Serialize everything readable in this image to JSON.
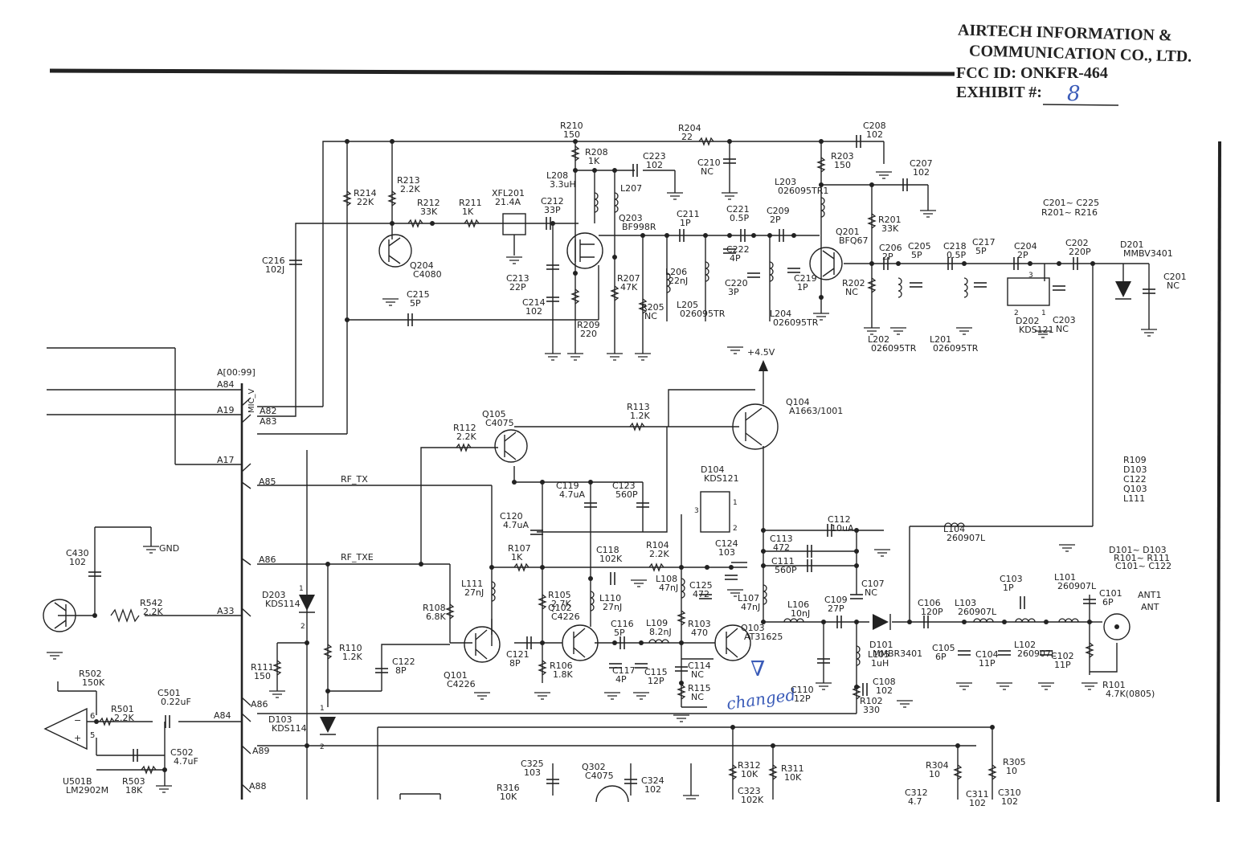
{
  "header": {
    "company_line1": "AIRTECH INFORMATION &",
    "company_line2": "COMMUNICATION CO., LTD.",
    "fcc_id": "FCC ID:  ONKFR-464",
    "exhibit_label": "EXHIBIT #:",
    "exhibit_number": "8"
  },
  "annotations": {
    "changed_note": "changed",
    "changed_marker": "∇"
  },
  "ports": {
    "bus": "A[00:99]",
    "mic": "MIC_V",
    "a84": "A84",
    "a19": "A19",
    "a17": "A17",
    "a82": "A82",
    "a83": "A83",
    "a85": "A85",
    "a86": "A86",
    "a33": "A33",
    "a86b": "A86",
    "a84b": "A84",
    "a89": "A89",
    "a88": "A88",
    "rf_tx": "RF_TX",
    "rf_txe": "RF_TXE",
    "gnd": "GND",
    "v45": "+4.5V",
    "ant1": "ANT1",
    "ant": "ANT"
  },
  "components": [
    {
      "id": "R210",
      "v": "150"
    },
    {
      "id": "R204",
      "v": "22"
    },
    {
      "id": "C208",
      "v": "102"
    },
    {
      "id": "R208",
      "v": "1K"
    },
    {
      "id": "C223",
      "v": "102"
    },
    {
      "id": "C210",
      "v": "NC"
    },
    {
      "id": "R203",
      "v": "150"
    },
    {
      "id": "C207",
      "v": "102"
    },
    {
      "id": "R214",
      "v": "22K"
    },
    {
      "id": "R213",
      "v": "2.2K"
    },
    {
      "id": "R212",
      "v": "33K"
    },
    {
      "id": "R211",
      "v": "1K"
    },
    {
      "id": "XFL201",
      "v": "21.4A"
    },
    {
      "id": "L208",
      "v": "3.3uH"
    },
    {
      "id": "C212",
      "v": "33P"
    },
    {
      "id": "L207",
      "v": ""
    },
    {
      "id": "Q203",
      "v": "BF998R"
    },
    {
      "id": "C211",
      "v": "1P"
    },
    {
      "id": "C221",
      "v": "0.5P"
    },
    {
      "id": "C209",
      "v": "2P"
    },
    {
      "id": "L203",
      "v": "026095TR1"
    },
    {
      "id": "R201",
      "v": "33K"
    },
    {
      "id": "C216",
      "v": "102J"
    },
    {
      "id": "Q204",
      "v": "C4080"
    },
    {
      "id": "C215",
      "v": "5P"
    },
    {
      "id": "C213",
      "v": "22P"
    },
    {
      "id": "C214",
      "v": "102"
    },
    {
      "id": "R209",
      "v": "220"
    },
    {
      "id": "R207",
      "v": "47K"
    },
    {
      "id": "R205",
      "v": "NC"
    },
    {
      "id": "L206",
      "v": "22nJ"
    },
    {
      "id": "L205",
      "v": "026095TR"
    },
    {
      "id": "C222",
      "v": "4P"
    },
    {
      "id": "C220",
      "v": "3P"
    },
    {
      "id": "L204",
      "v": "026095TR"
    },
    {
      "id": "C219",
      "v": "1P"
    },
    {
      "id": "Q201",
      "v": "BFQ67"
    },
    {
      "id": "R202",
      "v": "NC"
    },
    {
      "id": "C206",
      "v": "2P"
    },
    {
      "id": "C205",
      "v": "5P"
    },
    {
      "id": "C218",
      "v": "0.5P"
    },
    {
      "id": "C217",
      "v": "5P"
    },
    {
      "id": "C204",
      "v": "2P"
    },
    {
      "id": "C202",
      "v": "220P"
    },
    {
      "id": "D201",
      "v": "MMBV3401"
    },
    {
      "id": "C201",
      "v": "NC"
    },
    {
      "id": "L202",
      "v": "026095TR"
    },
    {
      "id": "L201",
      "v": "026095TR"
    },
    {
      "id": "D202",
      "v": "KDS121"
    },
    {
      "id": "C203",
      "v": "NC"
    },
    {
      "id": "Q105",
      "v": "C4075"
    },
    {
      "id": "R112",
      "v": "2.2K"
    },
    {
      "id": "R113",
      "v": "1.2K"
    },
    {
      "id": "Q104",
      "v": "A1663/1001"
    },
    {
      "id": "C119",
      "v": "4.7uA"
    },
    {
      "id": "C123",
      "v": "560P"
    },
    {
      "id": "D104",
      "v": "KDS121"
    },
    {
      "id": "C120",
      "v": "4.7uA"
    },
    {
      "id": "C112",
      "v": "10uA"
    },
    {
      "id": "C113",
      "v": "472"
    },
    {
      "id": "C111",
      "v": "560P"
    },
    {
      "id": "R107",
      "v": "1K"
    },
    {
      "id": "C118",
      "v": "102K"
    },
    {
      "id": "R104",
      "v": "2.2K"
    },
    {
      "id": "C124",
      "v": "103"
    },
    {
      "id": "L111",
      "v": "27nJ"
    },
    {
      "id": "R105",
      "v": "2.7K"
    },
    {
      "id": "Q102",
      "v": "C4226"
    },
    {
      "id": "L110",
      "v": "27nJ"
    },
    {
      "id": "L108",
      "v": "47nJ"
    },
    {
      "id": "C125",
      "v": "472"
    },
    {
      "id": "L107",
      "v": "47nJ"
    },
    {
      "id": "C107",
      "v": "NC"
    },
    {
      "id": "R108",
      "v": "6.8K"
    },
    {
      "id": "C116",
      "v": "5P"
    },
    {
      "id": "L109",
      "v": "8.2nJ"
    },
    {
      "id": "R103",
      "v": "470"
    },
    {
      "id": "L106",
      "v": "10nJ"
    },
    {
      "id": "C109",
      "v": "27P"
    },
    {
      "id": "Q101",
      "v": "C4226"
    },
    {
      "id": "C121",
      "v": "8P"
    },
    {
      "id": "R106",
      "v": "1.8K"
    },
    {
      "id": "C117",
      "v": "4P"
    },
    {
      "id": "C115",
      "v": "12P"
    },
    {
      "id": "C114",
      "v": "NC"
    },
    {
      "id": "Q103",
      "v": "AT31625"
    },
    {
      "id": "R115",
      "v": "NC"
    },
    {
      "id": "C110",
      "v": "12P"
    },
    {
      "id": "D101",
      "v": "MMBR3401"
    },
    {
      "id": "L105",
      "v": "1uH"
    },
    {
      "id": "C108",
      "v": "102"
    },
    {
      "id": "R102",
      "v": "330"
    },
    {
      "id": "C106",
      "v": "120P"
    },
    {
      "id": "L103",
      "v": "260907L"
    },
    {
      "id": "C103",
      "v": "1P"
    },
    {
      "id": "L101",
      "v": "260907L"
    },
    {
      "id": "C101",
      "v": "6P"
    },
    {
      "id": "C105",
      "v": "6P"
    },
    {
      "id": "C104",
      "v": "11P"
    },
    {
      "id": "L102",
      "v": "260907L"
    },
    {
      "id": "C102",
      "v": "11P"
    },
    {
      "id": "R101",
      "v": "4.7K(0805)"
    },
    {
      "id": "L104",
      "v": "260907L"
    },
    {
      "id": "C430",
      "v": "102"
    },
    {
      "id": "R542",
      "v": "2.2K"
    },
    {
      "id": "D203",
      "v": "KDS114"
    },
    {
      "id": "R110",
      "v": "1.2K"
    },
    {
      "id": "C122",
      "v": "8P"
    },
    {
      "id": "R111",
      "v": "150"
    },
    {
      "id": "R502",
      "v": "150K"
    },
    {
      "id": "R501",
      "v": "2.2K"
    },
    {
      "id": "C501",
      "v": "0.22uF"
    },
    {
      "id": "C502",
      "v": "4.7uF"
    },
    {
      "id": "R503",
      "v": "18K"
    },
    {
      "id": "U501B",
      "v": "LM2902M"
    },
    {
      "id": "D103",
      "v": "KDS114"
    },
    {
      "id": "C325",
      "v": "103"
    },
    {
      "id": "Q302",
      "v": "C4075"
    },
    {
      "id": "C324",
      "v": "102"
    },
    {
      "id": "R316",
      "v": "10K"
    },
    {
      "id": "R312",
      "v": "10K"
    },
    {
      "id": "R311",
      "v": "10K"
    },
    {
      "id": "C323",
      "v": "102K"
    },
    {
      "id": "R304",
      "v": "10"
    },
    {
      "id": "R305",
      "v": "10"
    },
    {
      "id": "C312",
      "v": "4.7"
    },
    {
      "id": "C311",
      "v": "102"
    },
    {
      "id": "C310",
      "v": "102"
    }
  ],
  "notes": {
    "range1": "C201~ C225",
    "range2": "R201~ R216",
    "nc_list": [
      "R109",
      "D103",
      "C122",
      "Q103",
      "L111"
    ],
    "range3": "D101~ D103",
    "range4": "R101~ R111",
    "range5": "C101~ C122"
  }
}
